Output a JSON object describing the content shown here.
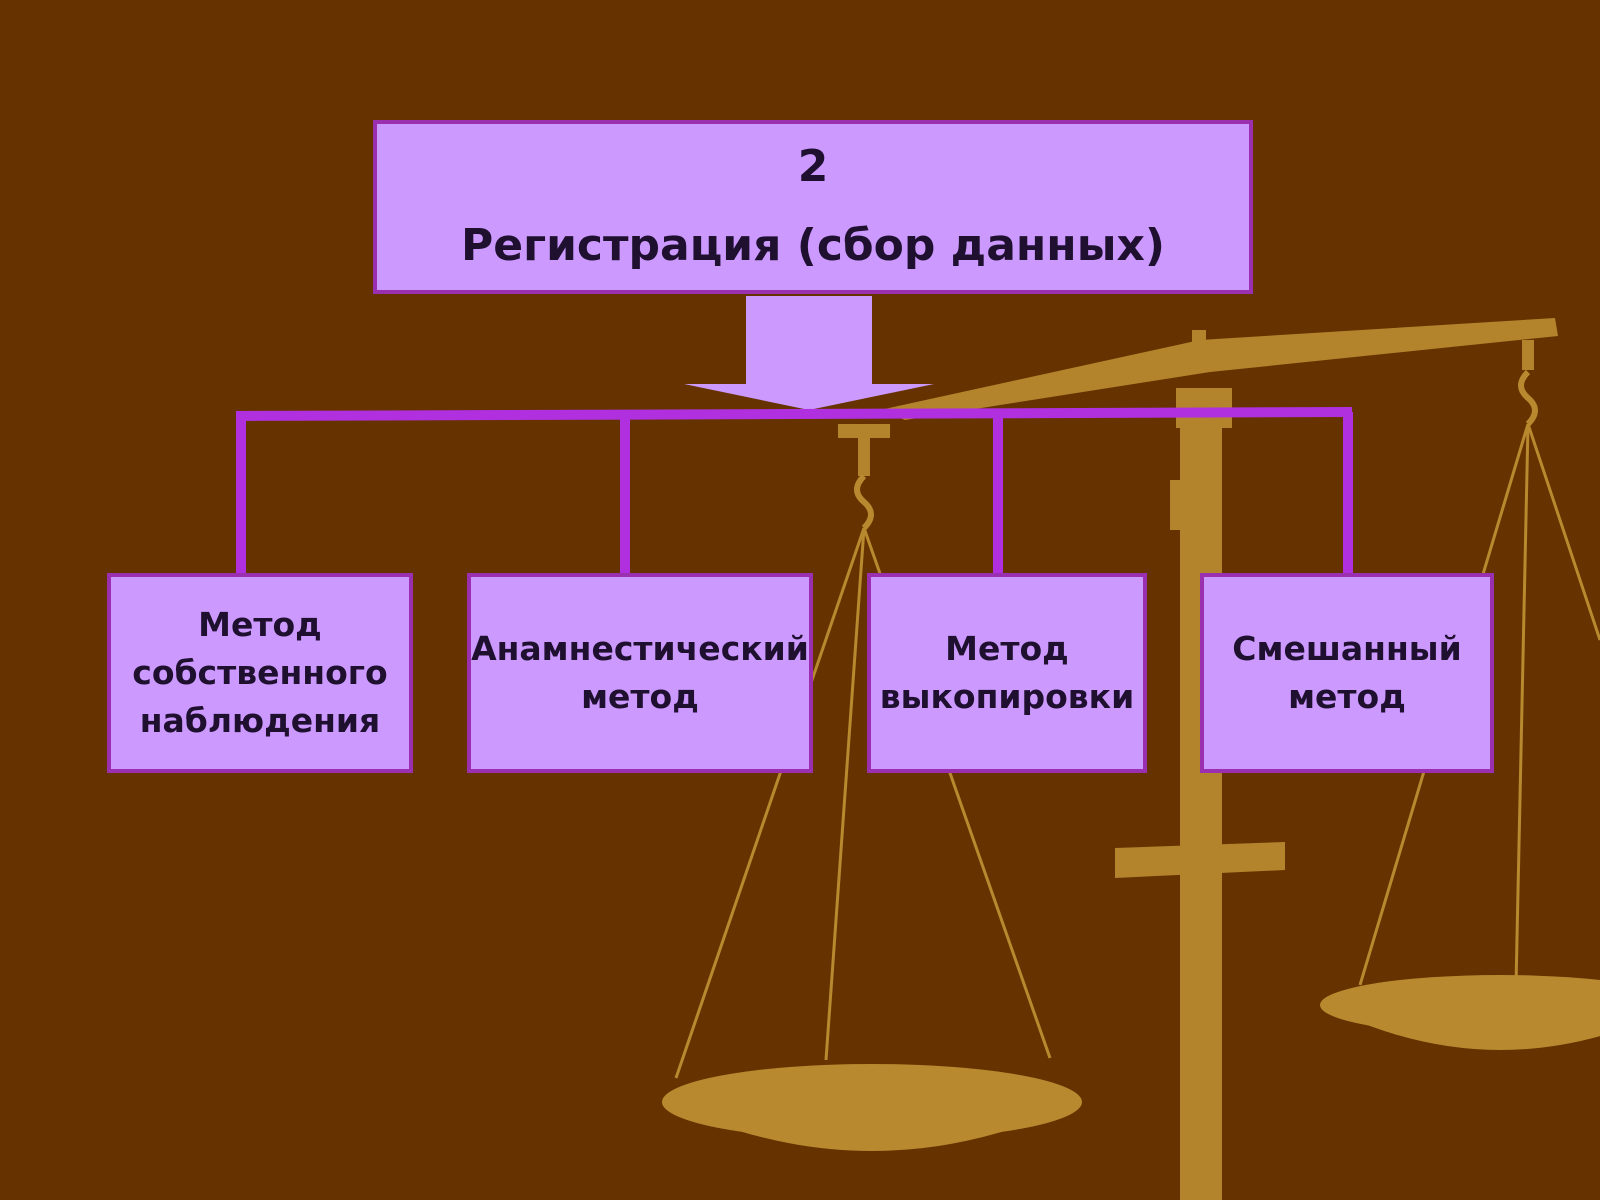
{
  "diagram": {
    "root": {
      "number": "2",
      "title": "Регистрация (сбор данных)"
    },
    "children": [
      {
        "label": "Метод\nсобственного\nнаблюдения"
      },
      {
        "label": "Анамнестический\nметод"
      },
      {
        "label": "Метод\nвыкопировки"
      },
      {
        "label": "Смешанный\nметод"
      }
    ]
  },
  "colors": {
    "background": "#663300",
    "box_fill": "#cc99ff",
    "box_border": "#9a2fb0",
    "connector": "#b030e0",
    "scale": "#b8892e",
    "text": "#1f1030"
  },
  "decoration": {
    "background_image": "balance-scale-icon"
  }
}
